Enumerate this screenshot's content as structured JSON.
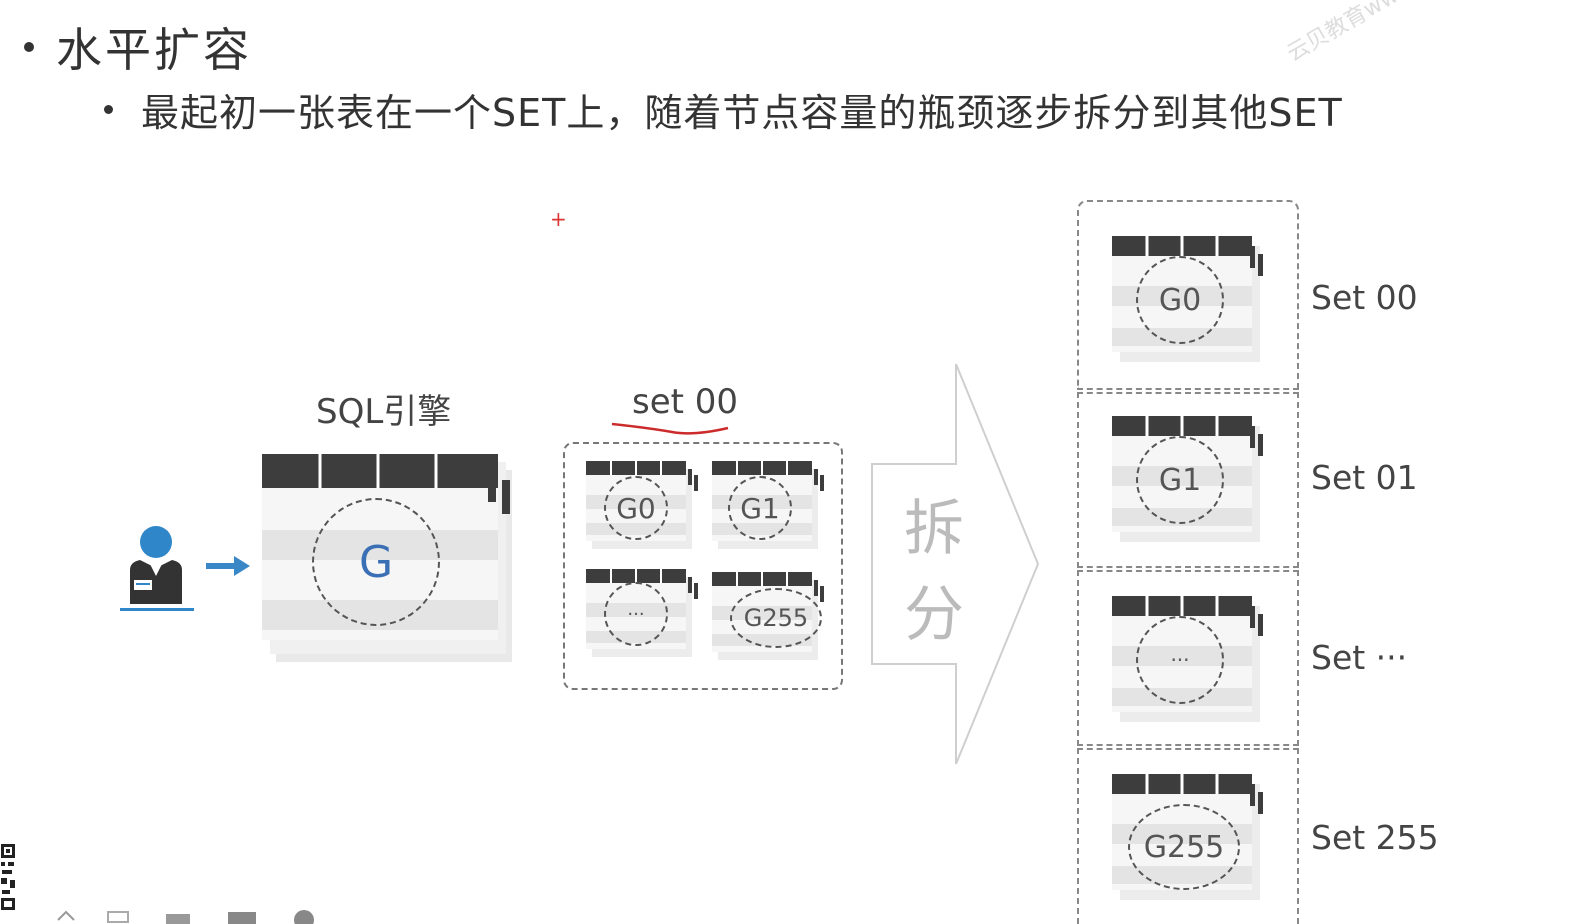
{
  "bullet1": "水平扩容",
  "bullet2": "最起初一张表在一个SET上，随着节点容量的瓶颈逐步拆分到其他SET",
  "watermark": "云贝教育www",
  "plus_mark": "+",
  "sql_engine": {
    "label": "SQL引擎",
    "group": "G"
  },
  "set00": {
    "label": "set 00",
    "groups": [
      "G0",
      "G1",
      "···",
      "G255"
    ]
  },
  "split_label": [
    "拆",
    "分"
  ],
  "right_sets": [
    {
      "group": "G0",
      "label": "Set 00"
    },
    {
      "group": "G1",
      "label": "Set 01"
    },
    {
      "group": "···",
      "label": "Set ···"
    },
    {
      "group": "G255",
      "label": "Set 255"
    }
  ],
  "icons": {
    "user": "user-icon",
    "arrow": "right-arrow-icon",
    "split_arrow": "big-arrow-icon",
    "qr": "qr-code-icon"
  },
  "colors": {
    "user_blue": "#2f86c8",
    "arrow_blue": "#3a87c8",
    "header_dark": "#3d3d3d",
    "annot_red": "#cc2b2b"
  }
}
